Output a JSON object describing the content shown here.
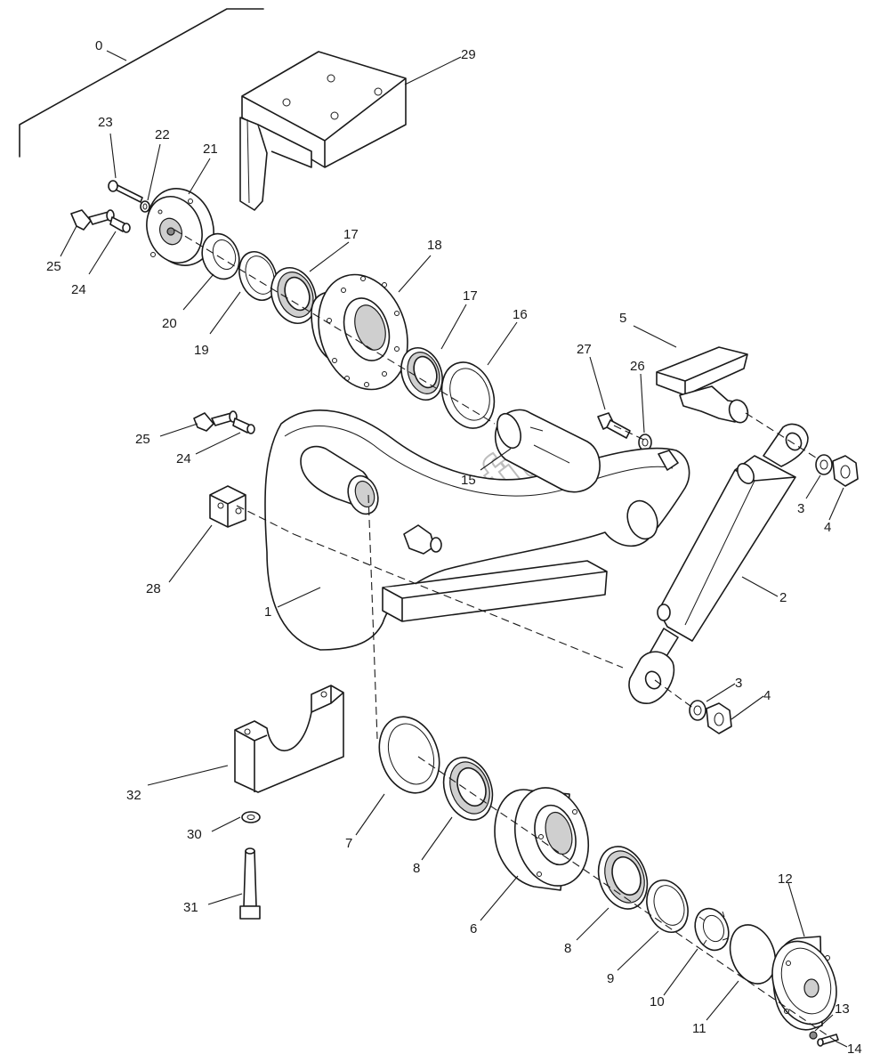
{
  "watermark": "AutoSoft",
  "callouts": [
    {
      "id": "c0",
      "label": "0"
    },
    {
      "id": "c29",
      "label": "29"
    },
    {
      "id": "c23",
      "label": "23"
    },
    {
      "id": "c22",
      "label": "22"
    },
    {
      "id": "c21",
      "label": "21"
    },
    {
      "id": "c25a",
      "label": "25"
    },
    {
      "id": "c24a",
      "label": "24"
    },
    {
      "id": "c20",
      "label": "20"
    },
    {
      "id": "c19",
      "label": "19"
    },
    {
      "id": "c17a",
      "label": "17"
    },
    {
      "id": "c18",
      "label": "18"
    },
    {
      "id": "c17b",
      "label": "17"
    },
    {
      "id": "c16",
      "label": "16"
    },
    {
      "id": "c5",
      "label": "5"
    },
    {
      "id": "c27",
      "label": "27"
    },
    {
      "id": "c26",
      "label": "26"
    },
    {
      "id": "c25b",
      "label": "25"
    },
    {
      "id": "c24b",
      "label": "24"
    },
    {
      "id": "c15",
      "label": "15"
    },
    {
      "id": "c3a",
      "label": "3"
    },
    {
      "id": "c4a",
      "label": "4"
    },
    {
      "id": "c28",
      "label": "28"
    },
    {
      "id": "c2",
      "label": "2"
    },
    {
      "id": "c1",
      "label": "1"
    },
    {
      "id": "c3b",
      "label": "3"
    },
    {
      "id": "c4b",
      "label": "4"
    },
    {
      "id": "c32",
      "label": "32"
    },
    {
      "id": "c30",
      "label": "30"
    },
    {
      "id": "c7",
      "label": "7"
    },
    {
      "id": "c8a",
      "label": "8"
    },
    {
      "id": "c31",
      "label": "31"
    },
    {
      "id": "c6",
      "label": "6"
    },
    {
      "id": "c8b",
      "label": "8"
    },
    {
      "id": "c9",
      "label": "9"
    },
    {
      "id": "c12",
      "label": "12"
    },
    {
      "id": "c10",
      "label": "10"
    },
    {
      "id": "c11",
      "label": "11"
    },
    {
      "id": "c13",
      "label": "13"
    },
    {
      "id": "c14",
      "label": "14"
    }
  ]
}
